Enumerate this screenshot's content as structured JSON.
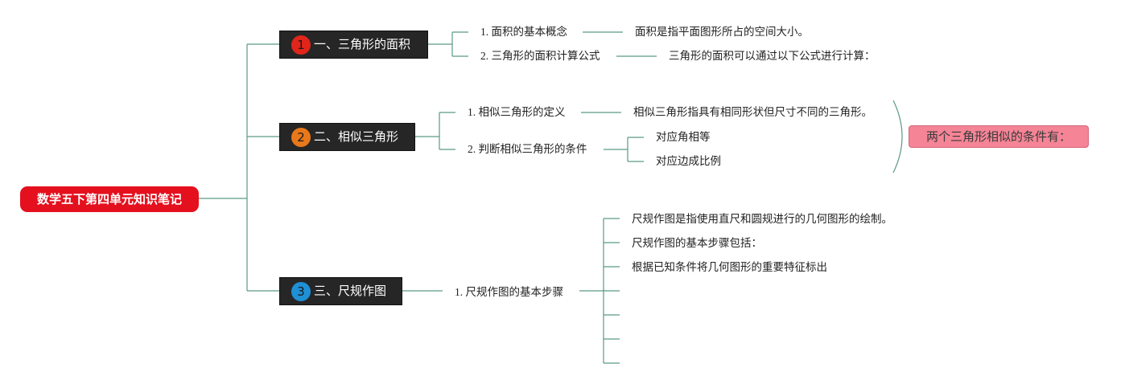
{
  "root": {
    "label": "数学五下第四单元知识笔记",
    "color": "#e5101e"
  },
  "branches": [
    {
      "number": "1",
      "label": "一、三角形的面积",
      "badge_color": "#e1251b",
      "children": [
        {
          "label": "1. 面积的基本概念",
          "details": [
            "面积是指平面图形所占的空间大小。"
          ]
        },
        {
          "label": "2. 三角形的面积计算公式",
          "details": [
            "三角形的面积可以通过以下公式进行计算："
          ]
        }
      ]
    },
    {
      "number": "2",
      "label": "二、相似三角形",
      "badge_color": "#e8781a",
      "children": [
        {
          "label": "1. 相似三角形的定义",
          "details": [
            "相似三角形指具有相同形状但尺寸不同的三角形。"
          ]
        },
        {
          "label": "2. 判断相似三角形的条件",
          "details": [
            "对应角相等",
            "对应边成比例"
          ]
        }
      ]
    },
    {
      "number": "3",
      "label": "三、尺规作图",
      "badge_color": "#1f8fd6",
      "children": [
        {
          "label": "1. 尺规作图的基本步骤",
          "details": [
            "尺规作图是指使用直尺和圆规进行的几何图形的绘制。",
            "尺规作图的基本步骤包括：",
            "根据已知条件将几何图形的重要特征标出",
            "",
            "",
            "",
            ""
          ]
        }
      ]
    }
  ],
  "summary": {
    "label": "两个三角形相似的条件有：",
    "color": "#f48496"
  },
  "colors": {
    "connector": "#5a9a83"
  }
}
